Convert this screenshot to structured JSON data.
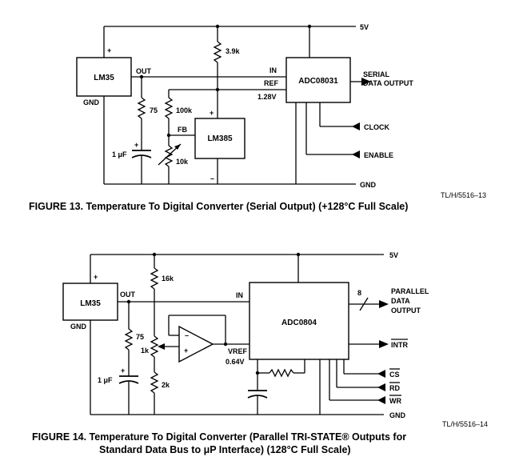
{
  "fig13": {
    "supply": "5V",
    "gnd": "GND",
    "lm35": {
      "name": "LM35",
      "plus": "+",
      "out": "OUT",
      "gnd": "GND"
    },
    "r_pullup": "3.9k",
    "r_75": "75",
    "cap": "1 μF",
    "cap_plus": "+",
    "pot_100k": "100k",
    "pot_10k": "10k",
    "fb": "FB",
    "lm385": {
      "name": "LM385",
      "plus": "+",
      "minus": "–"
    },
    "adc": {
      "name": "ADC08031",
      "in": "IN",
      "ref": "REF",
      "ref_v": "1.28V"
    },
    "serial_out": [
      "SERIAL",
      "DATA OUTPUT"
    ],
    "clock": "CLOCK",
    "enable": "ENABLE",
    "doc_ref": "TL/H/5516–13",
    "caption": "FIGURE 13. Temperature To Digital Converter (Serial Output) (+128°C Full Scale)"
  },
  "fig14": {
    "supply": "5V",
    "gnd": "GND",
    "lm35": {
      "name": "LM35",
      "plus": "+",
      "out": "OUT",
      "gnd": "GND"
    },
    "r_16k": "16k",
    "r_75": "75",
    "cap": "1 μF",
    "cap_plus": "+",
    "pot_1k": "1k",
    "r_2k": "2k",
    "opamp_minus": "–",
    "opamp_plus": "+",
    "adc": {
      "name": "ADC0804",
      "in": "IN",
      "vref": "VREF",
      "vref_v": "0.64V"
    },
    "bus_width": "8",
    "parallel_out": [
      "PARALLEL",
      "DATA",
      "OUTPUT"
    ],
    "intr": "INTR",
    "cs": "CS",
    "rd": "RD",
    "wr": "WR",
    "doc_ref": "TL/H/5516–14",
    "caption_line1": "FIGURE 14. Temperature To Digital Converter (Parallel TRI-STATE® Outputs for",
    "caption_line2": "Standard Data Bus to μP Interface) (128°C Full Scale)"
  }
}
